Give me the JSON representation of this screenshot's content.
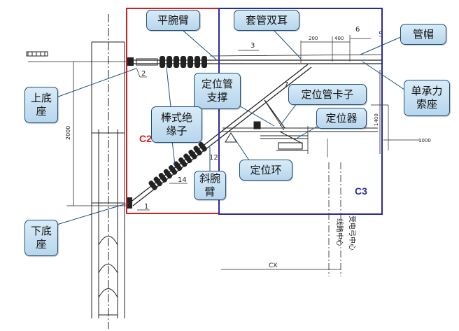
{
  "regions": [
    {
      "label": "C2",
      "color": "#d02020"
    },
    {
      "label": "C3",
      "color": "#2a2aa0"
    }
  ],
  "callouts": {
    "flat_cantilever": "平腕臂",
    "sleeve_double_ear": "套管双耳",
    "pipe_cap": "管帽",
    "upper_base": "上底\n座",
    "single_catenary_seat": "单承力\n索座",
    "locator_tube_support": "定位管\n支撑",
    "locator_tube_clamp": "定位管卡子",
    "rod_insulator": "棒式绝\n缘子",
    "locator": "定位器",
    "oblique_cantilever": "斜腕\n臂",
    "locator_ring": "定位环",
    "lower_base": "下底\n座"
  },
  "drawing": {
    "part_numbers": {
      "n1": "1",
      "n2": "2",
      "n3": "3",
      "n5": "5",
      "n6": "6",
      "n7": "7",
      "n12": "12",
      "n14": "14"
    },
    "dimensions": {
      "d2000": "2000",
      "d200": "200",
      "d400": "400",
      "d1400": "1400",
      "d1000": "1000",
      "cx": "CX"
    },
    "vertical_labels": {
      "line_center": "线路中心",
      "pantograph_center": "受电弓中心"
    }
  }
}
